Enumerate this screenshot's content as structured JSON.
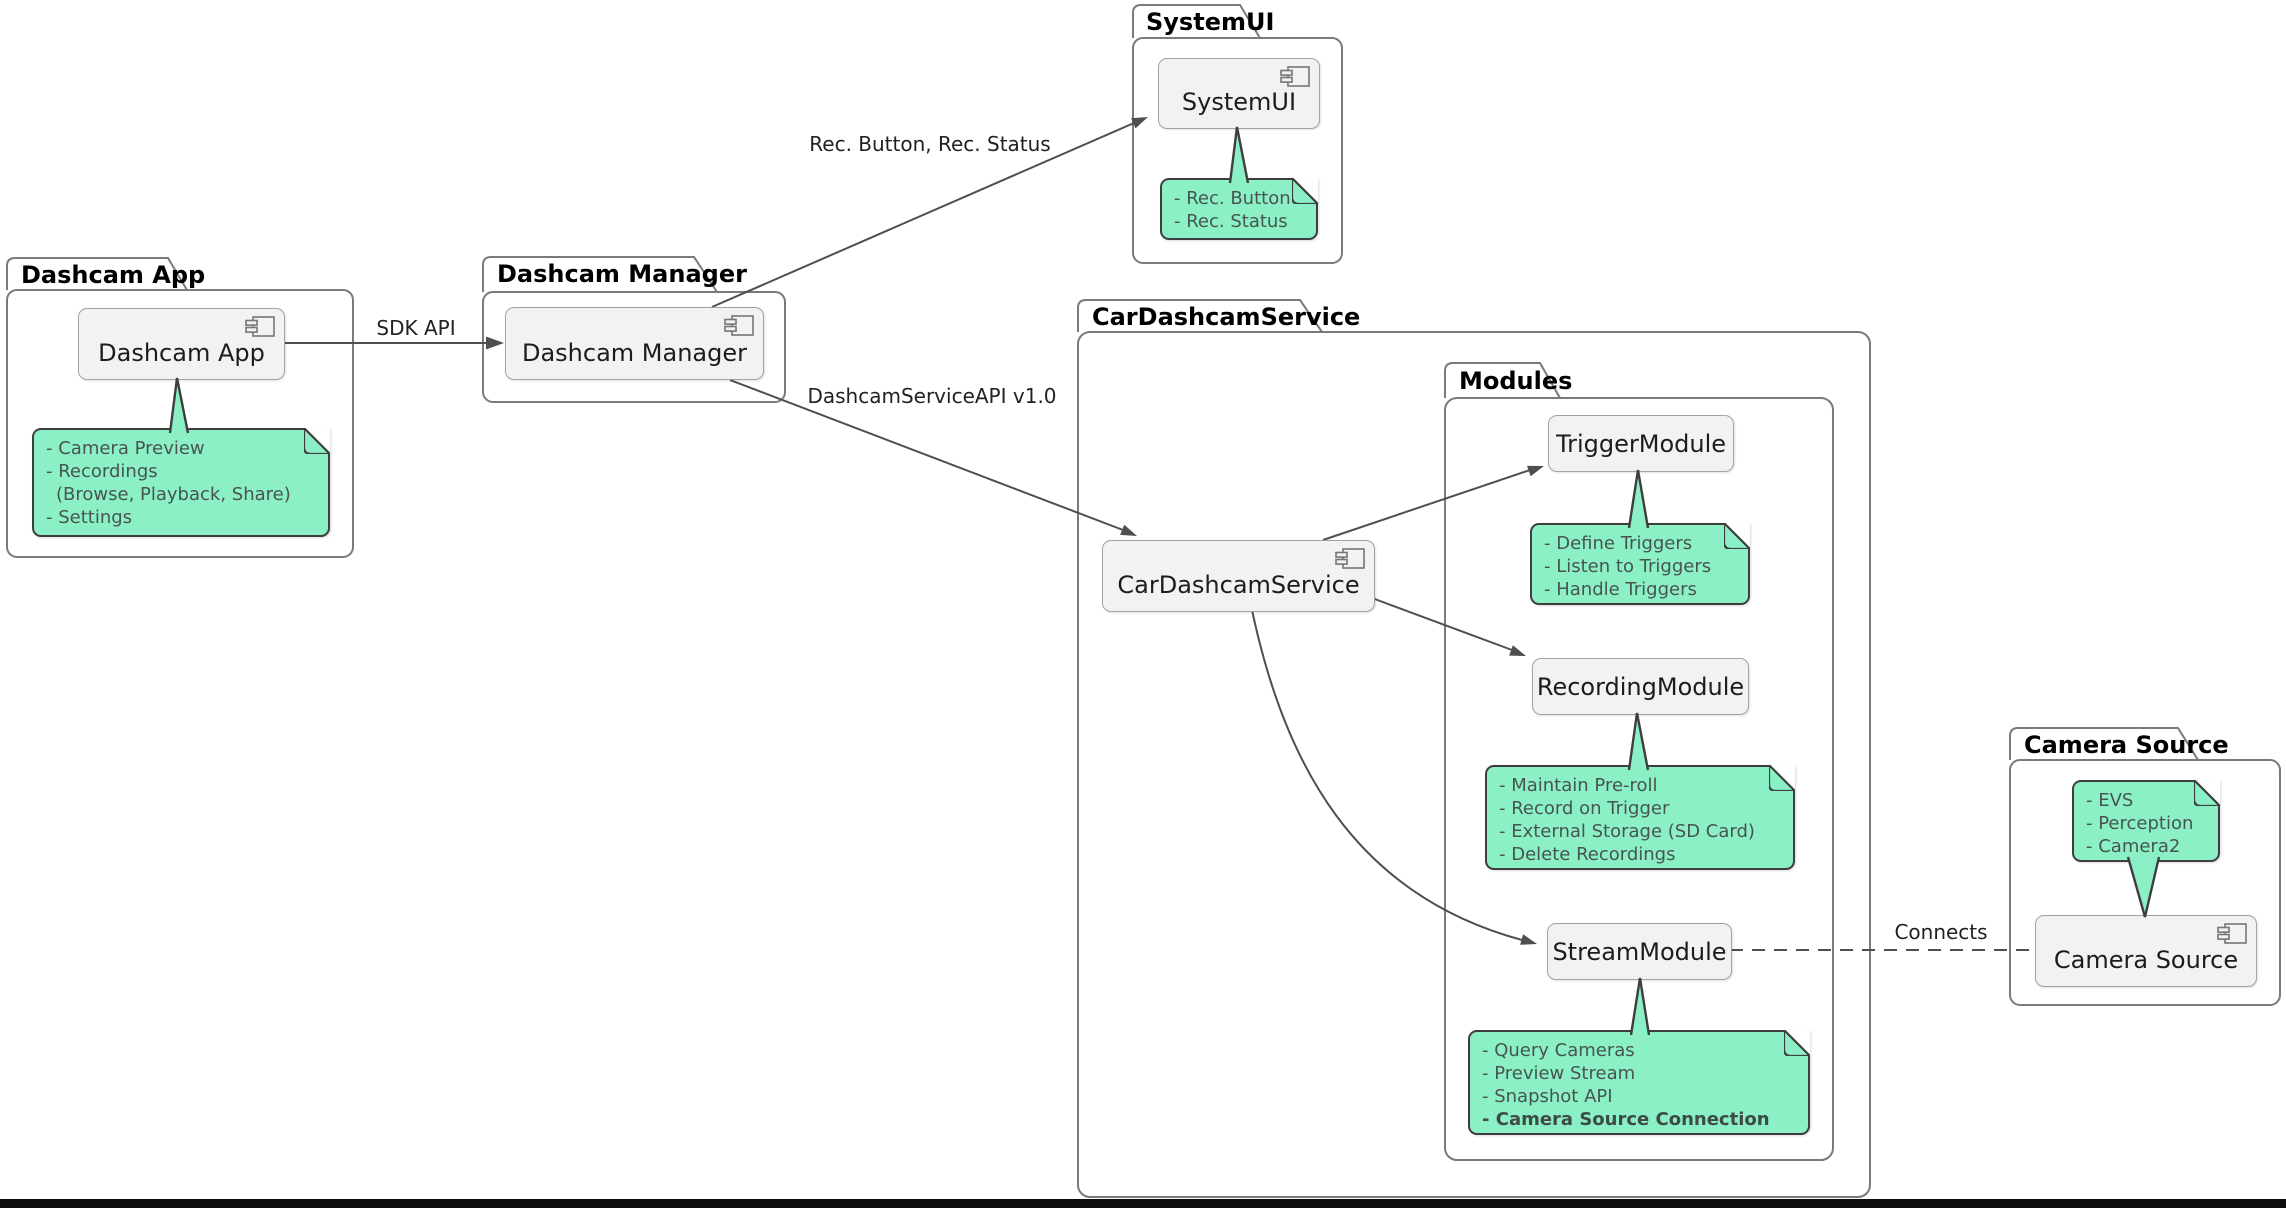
{
  "diagram_type": "uml-component-diagram",
  "packages": {
    "dashcam_app": "Dashcam App",
    "dashcam_manager": "Dashcam Manager",
    "systemui": "SystemUI",
    "car_dashcam_service": "CarDashcamService",
    "modules": "Modules",
    "camera_source": "Camera Source"
  },
  "components": {
    "dashcam_app": "Dashcam App",
    "dashcam_manager": "Dashcam Manager",
    "systemui": "SystemUI",
    "car_dashcam_service": "CarDashcamService",
    "trigger_module": "TriggerModule",
    "recording_module": "RecordingModule",
    "stream_module": "StreamModule",
    "camera_source": "Camera Source"
  },
  "notes": {
    "dashcam_app": [
      "- Camera Preview",
      "- Recordings",
      "(Browse, Playback, Share)",
      "- Settings"
    ],
    "systemui": [
      "- Rec. Button",
      "- Rec. Status"
    ],
    "trigger_module": [
      "- Define Triggers",
      "- Listen to Triggers",
      "- Handle Triggers"
    ],
    "recording_module": [
      "- Maintain Pre-roll",
      "- Record on Trigger",
      "- External Storage (SD Card)",
      "- Delete Recordings"
    ],
    "stream_module": [
      "- Query Cameras",
      "- Preview Stream",
      "- Snapshot API",
      "- Camera Source Connection"
    ],
    "camera_source": [
      "- EVS",
      "- Perception",
      "- Camera2"
    ]
  },
  "edges": {
    "sdk_api": "SDK API",
    "rec_button_status": "Rec. Button, Rec. Status",
    "dashcam_service_api": "DashcamServiceAPI v1.0",
    "connects": "Connects"
  },
  "colors": {
    "note_bg": "#8bf0c5",
    "note_border": "#3e3e3e",
    "note_text": "#47554e",
    "component_bg": "#f2f2f2",
    "component_border": "#a3a3a3",
    "package_border": "#7a7a7a",
    "edge": "#4f4f4f",
    "bottom_bar": "#0d0d0d"
  }
}
